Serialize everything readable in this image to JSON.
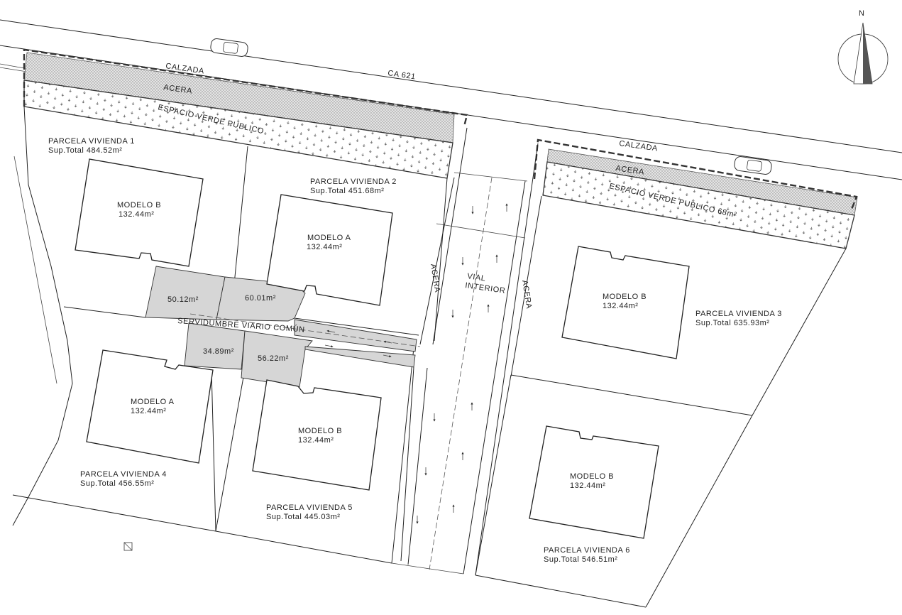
{
  "road": {
    "name": "CA 621",
    "calzada_label": "CALZADA",
    "acera_label": "ACERA",
    "green_label": "ESPACIO VERDE PUBLICO",
    "green_label_right": "ESPACIO VERDE PUBLICO 68m²"
  },
  "north_label": "N",
  "interior_road": {
    "vial_line1": "VIAL",
    "vial_line2": "INTERIOR",
    "acera_left": "ACERA",
    "acera_right": "ACERA"
  },
  "easement": {
    "label": "SERVIDUMBRE VIARIO COMÚN",
    "areas": [
      "50.12m²",
      "60.01m²",
      "34.89m²",
      "56.22m²"
    ]
  },
  "parcels": [
    {
      "name": "PARCELA VIVIENDA 1",
      "area": "Sup.Total 484.52m²",
      "model": "MODELO B",
      "model_area": "132.44m²"
    },
    {
      "name": "PARCELA VIVIENDA 2",
      "area": "Sup.Total 451.68m²",
      "model": "MODELO A",
      "model_area": "132.44m²"
    },
    {
      "name": "PARCELA VIVIENDA 3",
      "area": "Sup.Total 635.93m²",
      "model": "MODELO B",
      "model_area": "132.44m²"
    },
    {
      "name": "PARCELA VIVIENDA 4",
      "area": "Sup.Total 456.55m²",
      "model": "MODELO A",
      "model_area": "132.44m²"
    },
    {
      "name": "PARCELA VIVIENDA 5",
      "area": "Sup.Total 445.03m²",
      "model": "MODELO B",
      "model_area": "132.44m²"
    },
    {
      "name": "PARCELA VIVIENDA 6",
      "area": "Sup.Total 546.51m²",
      "model": "MODELO B",
      "model_area": "132.44m²"
    }
  ]
}
